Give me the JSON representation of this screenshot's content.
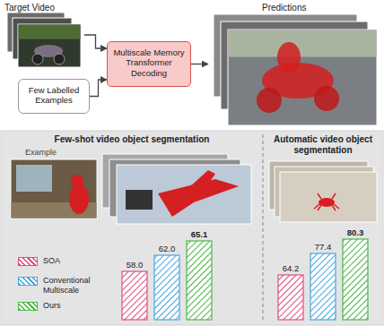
{
  "diagram": {
    "nodes": [
      {
        "text": [
          "Target Video"
        ]
      },
      {
        "text": [
          "Few Labelled Examples"
        ]
      },
      {
        "text": [
          "Multiscale Memory Transformer Decoding"
        ]
      },
      {
        "text": [
          "Predictions"
        ]
      },
      {
        "text": [
          "Few-shot video object segmentation"
        ]
      },
      {
        "text": [
          "Automatic video object segmentation"
        ]
      }
    ],
    "edges": [
      {
        "from": 0,
        "to": 2,
        "arrow": "to"
      },
      {
        "from": 1,
        "to": 2,
        "arrow": "to"
      },
      {
        "from": 2,
        "to": 3,
        "arrow": "to"
      }
    ],
    "labels": [
      "Example",
      "58.0",
      "62.0",
      "65.1",
      "64.2",
      "77.4",
      "80.3"
    ],
    "legend": [
      {
        "text": "SOA",
        "color": "#de4f86"
      },
      {
        "text": "Conventional Multiscale",
        "color": "#4aa8e0"
      },
      {
        "text": "Ours",
        "color": "#4cb848"
      }
    ]
  }
}
